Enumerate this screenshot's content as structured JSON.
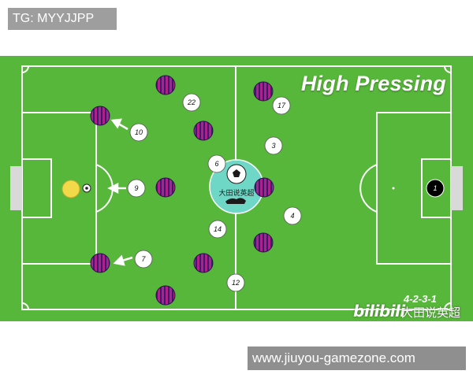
{
  "watermark_top": "TG: MYYJJPP",
  "watermark_bottom": "www.jiuyou-gamezone.com",
  "title": "High Pressing",
  "formation": "4-2-3-1",
  "bilibili": {
    "logo_text": "bilibili",
    "channel_name": "大田说英超"
  },
  "center_logo_text": "大田说英超",
  "colors": {
    "pitch": "#57b73a",
    "line": "#ffffff",
    "opponent_primary": "#b0208a",
    "opponent_stripe": "#3a1a6b",
    "player_fill": "#ffffff",
    "goalkeeper_fill": "#000000",
    "ball_carrier": "#f2d94a",
    "center_logo": "#6fd7c6"
  },
  "players": [
    {
      "number": "22"
    },
    {
      "number": "17"
    },
    {
      "number": "10"
    },
    {
      "number": "3"
    },
    {
      "number": "6"
    },
    {
      "number": "9"
    },
    {
      "number": "4"
    },
    {
      "number": "14"
    },
    {
      "number": "7"
    },
    {
      "number": "12"
    },
    {
      "number": "1"
    }
  ]
}
